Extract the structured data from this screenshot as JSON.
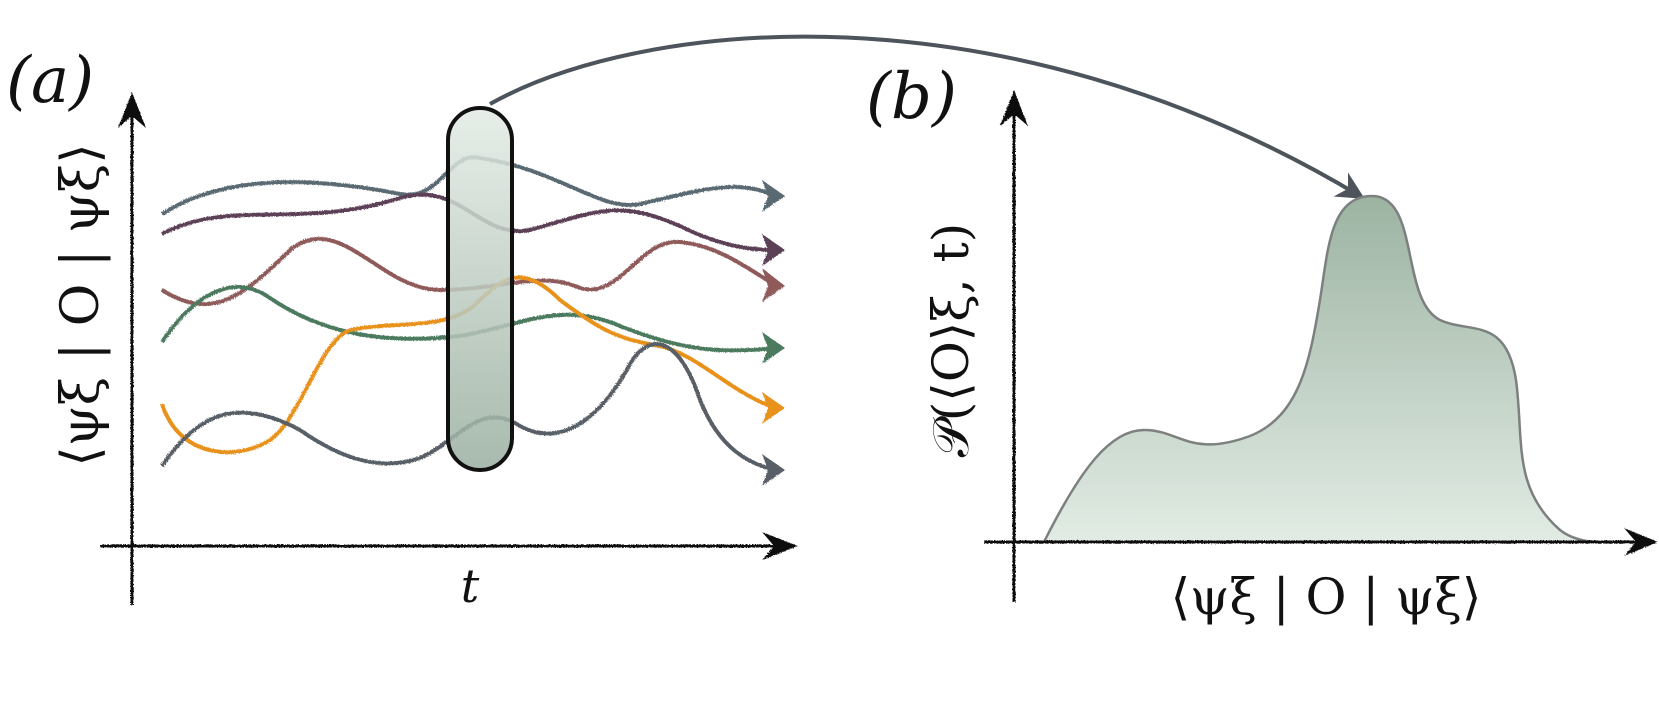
{
  "panel_a": {
    "label": "(a)",
    "y_axis_label": "⟨ψξ | O | ψξ⟩",
    "x_axis_label": "t",
    "trajectory_colors": [
      "#5a6b73",
      "#5b3f57",
      "#8f5a5a",
      "#4c7a5f",
      "#e8921a",
      "#585e66"
    ]
  },
  "panel_b": {
    "label": "(b)",
    "y_axis_label": "𝒫(⟨O⟩ξ, t)",
    "x_axis_label": "⟨ψξ | O | ψξ⟩",
    "fill_color_top": "#9cb3a2",
    "fill_color_bottom": "#e2ece4"
  },
  "colors": {
    "axis": "#111111",
    "connector_arrow": "#4d545b",
    "slice_fill_top": "#e3ebe5",
    "slice_fill_bottom": "#99ae9f"
  }
}
